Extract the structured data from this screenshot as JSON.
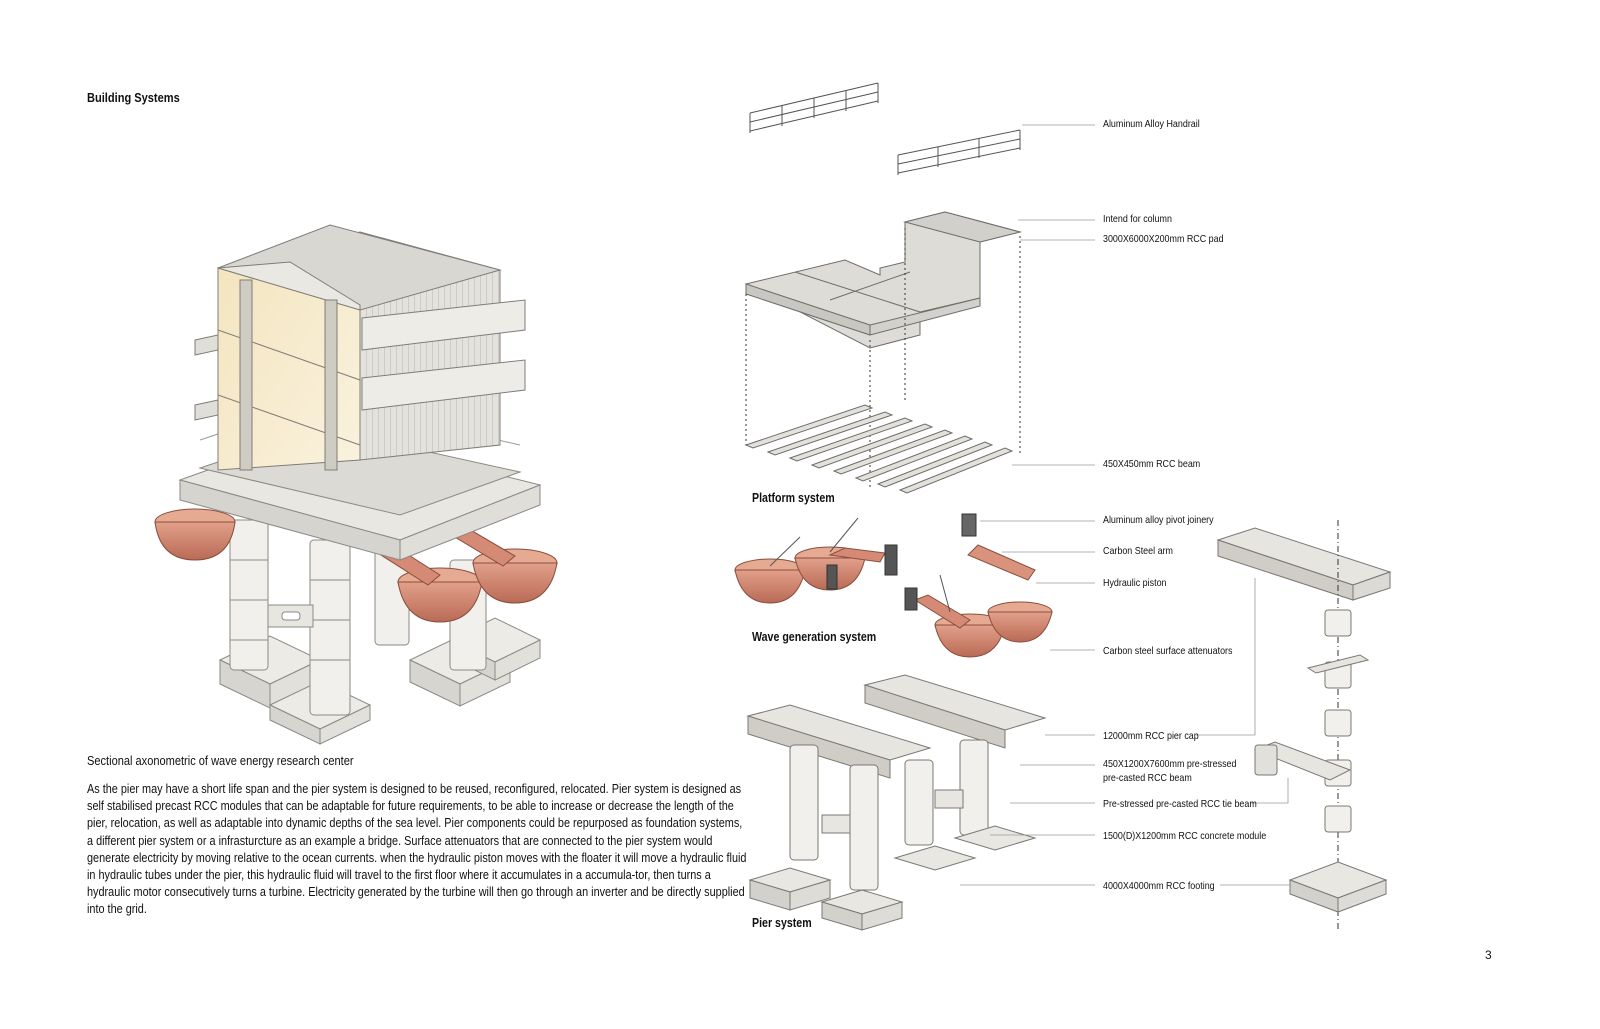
{
  "page": {
    "heading": "Building Systems",
    "page_number": "3"
  },
  "left": {
    "caption": "Sectional axonometric of wave energy research center",
    "description": " As the pier may have a short life span and the pier system is designed to be reused, reconfigured, relocated. Pier system is designed as self stabilised precast RCC modules that can be adaptable for future requirements, to be able to increase or decrease the length of the pier, relocation, as well as adaptable into dynamic depths of the sea level. Pier components could be repurposed as foundation systems, a different pier system or a infrasturcture as an example a bridge. Surface attenuators that are connected to the pier system would generate electricity by moving relative to the ocean currents. when the hydraulic piston moves with the floater it will move a hydraulic fluid in hydraulic tubes under the pier, this hydraulic fluid will travel to the first floor where it accumulates in a accumula-tor, then turns a hydraulic motor consecutively turns a turbine. Electricity generated by the turbine will then go through an inverter and be directly supplied into the grid."
  },
  "systems": {
    "platform": "Platform system",
    "wave": "Wave generation system",
    "pier": "Pier system"
  },
  "labels": {
    "handrail": "Aluminum Alloy Handrail",
    "intend_column": "Intend for column",
    "rcc_pad": "3000X6000X200mm RCC pad",
    "rcc_beam": "450X450mm RCC beam",
    "pivot_joinery": "Aluminum alloy pivot joinery",
    "carbon_arm": "Carbon Steel arm",
    "hydraulic_piston": "Hydraulic piston",
    "attenuators": "Carbon steel surface attenuators",
    "pier_cap": "12000mm RCC pier cap",
    "prestressed_beam_1": "450X1200X7600mm pre-stressed",
    "prestressed_beam_2": "pre-casted RCC beam",
    "tie_beam": "Pre-stressed pre-casted RCC tie beam",
    "concrete_module": "1500(D)X1200mm RCC concrete module",
    "footing": "4000X4000mm RCC footing"
  },
  "colors": {
    "concrete": "#ecebe6",
    "concrete_shade": "#d3d1ca",
    "attenuator": "#d9937c",
    "attenuator_dark": "#b36a55",
    "wall_warm": "#efe2c2",
    "leader": "#9a9a9a"
  }
}
